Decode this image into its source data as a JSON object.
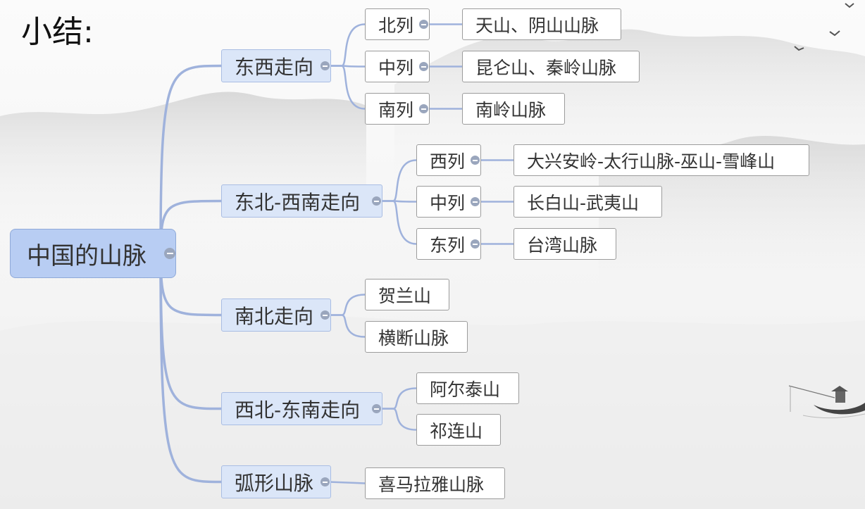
{
  "title": "小结:",
  "root": {
    "label": "中国的山脉"
  },
  "branches": [
    {
      "label": "东西走向",
      "children": [
        {
          "label": "北列",
          "children": [
            {
              "label": "天山、阴山山脉"
            }
          ]
        },
        {
          "label": "中列",
          "children": [
            {
              "label": "昆仑山、秦岭山脉"
            }
          ]
        },
        {
          "label": "南列",
          "children": [
            {
              "label": "南岭山脉"
            }
          ]
        }
      ]
    },
    {
      "label": "东北-西南走向",
      "children": [
        {
          "label": "西列",
          "children": [
            {
              "label": "大兴安岭-太行山脉-巫山-雪峰山"
            }
          ]
        },
        {
          "label": "中列",
          "children": [
            {
              "label": "长白山-武夷山"
            }
          ]
        },
        {
          "label": "东列",
          "children": [
            {
              "label": "台湾山脉"
            }
          ]
        }
      ]
    },
    {
      "label": "南北走向",
      "children": [
        {
          "label": "贺兰山"
        },
        {
          "label": "横断山脉"
        }
      ]
    },
    {
      "label": "西北-东南走向",
      "children": [
        {
          "label": "阿尔泰山"
        },
        {
          "label": "祁连山"
        }
      ]
    },
    {
      "label": "弧形山脉",
      "children": [
        {
          "label": "喜马拉雅山脉"
        }
      ]
    }
  ],
  "colors": {
    "connector": "#9fb2dc",
    "root_fill": "#b8cdf3",
    "branch_fill": "#dbe6f8"
  }
}
